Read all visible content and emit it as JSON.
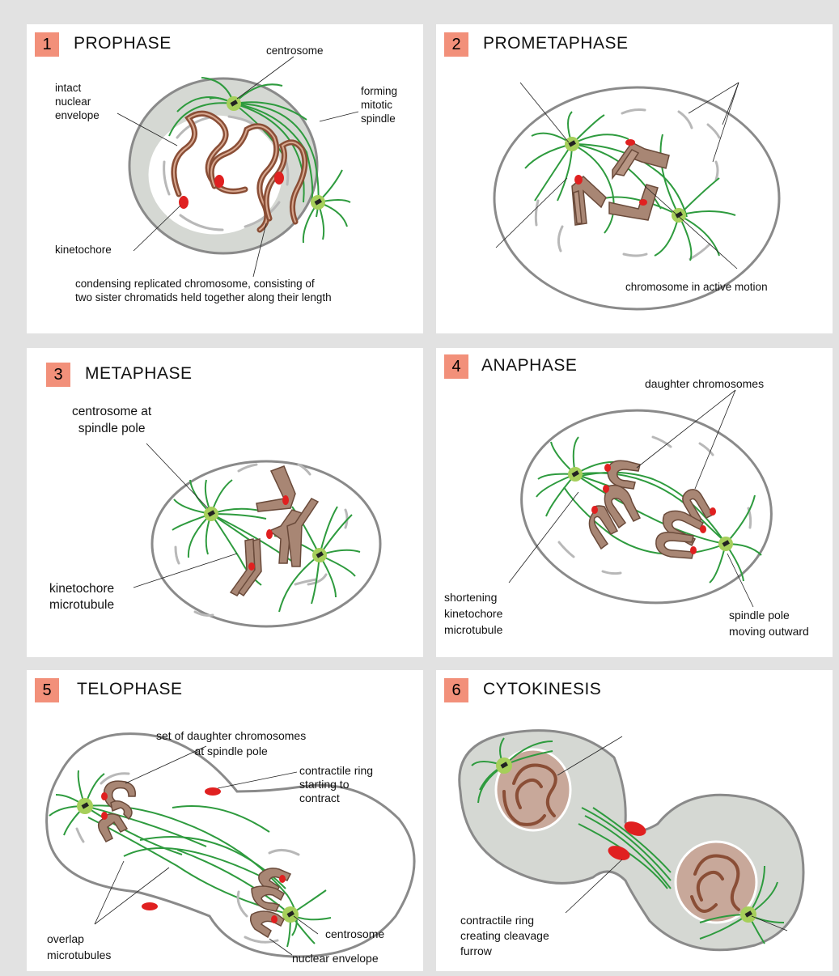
{
  "colors": {
    "background": "#e2e2e2",
    "panel": "#ffffff",
    "cell_fill": "#d5d8d3",
    "cell_outline": "#8a8a8a",
    "microtubule": "#2e9b3e",
    "centrosome": "#a6cf5a",
    "chromosome": "#a88674",
    "chromosome_dark": "#8a4e36",
    "kinetochore": "#e02020",
    "number_box": "#f2907a"
  },
  "icons": [
    "centrosome-icon",
    "chromosome-icon",
    "kinetochore-icon",
    "microtubule-icon",
    "contractile-ring-icon"
  ],
  "panels": [
    {
      "number": "1",
      "title": "PROPHASE",
      "labels": {
        "centrosome": "centrosome",
        "nuclear_envelope": "intact\nnuclear\nenvelope",
        "spindle": "forming\nmitotic\nspindle",
        "kinetochore": "kinetochore",
        "chromosome": "condensing replicated chromosome, consisting of\ntwo sister chromatids held together along their length"
      }
    },
    {
      "number": "2",
      "title": "PROMETAPHASE",
      "labels": {
        "motion": "chromosome in active motion"
      }
    },
    {
      "number": "3",
      "title": "METAPHASE",
      "labels": {
        "centrosome": "centrosome at\nspindle pole",
        "kinetochore_mt": "kinetochore\nmicrotubule"
      }
    },
    {
      "number": "4",
      "title": "ANAPHASE",
      "labels": {
        "daughter": "daughter chromosomes",
        "shortening": "shortening\nkinetochore\nmicrotubule",
        "pole": "spindle pole\nmoving outward"
      }
    },
    {
      "number": "5",
      "title": "TELOPHASE",
      "labels": {
        "daughter_set": "set of daughter chromosomes\nat spindle pole",
        "ring": "contractile ring\nstarting to\ncontract",
        "overlap": "overlap\nmicrotubules",
        "centrosome": "centrosome",
        "envelope": "nuclear envelope"
      }
    },
    {
      "number": "6",
      "title": "CYTOKINESIS",
      "labels": {
        "ring": "contractile ring\ncreating cleavage\nfurrow"
      }
    }
  ]
}
